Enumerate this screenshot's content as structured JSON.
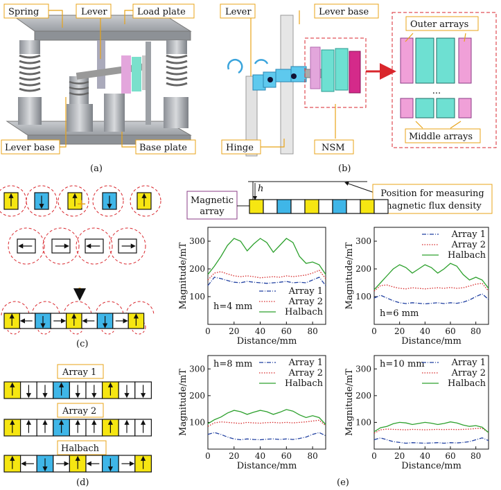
{
  "panel_a": {
    "caption": "(a)",
    "labels": {
      "spring": "Spring",
      "lever": "Lever",
      "load_plate": "Load plate",
      "lever_base": "Lever base",
      "base_plate": "Base plate"
    }
  },
  "panel_b": {
    "caption": "(b)",
    "labels": {
      "lever": "Lever",
      "lever_base": "Lever base",
      "hinge": "Hinge",
      "nsm": "NSM",
      "outer_arrays": "Outer arrays",
      "middle_arrays": "Middle arrays",
      "ellipsis": "..."
    }
  },
  "panel_c": {
    "caption": "(c)",
    "plus": "+"
  },
  "panel_d": {
    "caption": "(d)",
    "labels": {
      "array1": "Array 1",
      "array2": "Array 2",
      "halbach": "Halbach"
    }
  },
  "panel_e": {
    "caption": "(e)",
    "magnetic_array": [
      "Magnetic",
      "array"
    ],
    "h_symbol": "h",
    "position_note": [
      "Position for measuring",
      "magnetic flux density"
    ]
  },
  "colors": {
    "yellow": "#f6e612",
    "blue": "#3fb6e8",
    "pink": "#f0a0d8",
    "teal": "#6ee0d2",
    "magenta": "#d42a8a",
    "green": "#2ca02c",
    "red": "#d62728",
    "navy": "#1f3fa0",
    "accent_orange": "#e8a317",
    "dashed_red": "#d9262c"
  },
  "chart_data": [
    {
      "type": "line",
      "annotation": "h=4 mm",
      "xlabel": "Distance/mm",
      "ylabel": "Magnitude/mT",
      "xlim": [
        0,
        90
      ],
      "ylim": [
        0,
        350
      ],
      "xticks": [
        0,
        20,
        40,
        60,
        80
      ],
      "yticks": [
        100,
        200,
        300
      ],
      "legend_position": "bottom-right",
      "x": [
        0,
        5,
        10,
        15,
        20,
        25,
        30,
        35,
        40,
        45,
        50,
        55,
        60,
        65,
        70,
        75,
        80,
        85,
        90
      ],
      "series": [
        {
          "name": "Array 1",
          "style": "dash-dot",
          "values": [
            140,
            170,
            165,
            158,
            152,
            150,
            155,
            152,
            150,
            148,
            150,
            152,
            155,
            150,
            152,
            150,
            160,
            170,
            140
          ]
        },
        {
          "name": "Array 2",
          "style": "dotted",
          "values": [
            160,
            185,
            190,
            182,
            175,
            172,
            175,
            172,
            168,
            170,
            172,
            170,
            175,
            172,
            175,
            178,
            185,
            195,
            165
          ]
        },
        {
          "name": "Halbach",
          "style": "solid",
          "values": [
            180,
            210,
            245,
            285,
            310,
            300,
            265,
            290,
            310,
            295,
            260,
            285,
            310,
            295,
            245,
            220,
            225,
            215,
            180
          ]
        }
      ]
    },
    {
      "type": "line",
      "annotation": "h=6 mm",
      "xlabel": "Distance/mm",
      "ylabel": "Magnitude/mT",
      "xlim": [
        0,
        90
      ],
      "ylim": [
        0,
        350
      ],
      "xticks": [
        0,
        20,
        40,
        60,
        80
      ],
      "yticks": [
        100,
        200,
        300
      ],
      "legend_position": "top-right",
      "x": [
        0,
        5,
        10,
        15,
        20,
        25,
        30,
        35,
        40,
        45,
        50,
        55,
        60,
        65,
        70,
        75,
        80,
        85,
        90
      ],
      "series": [
        {
          "name": "Array 1",
          "style": "dash-dot",
          "values": [
            95,
            105,
            95,
            85,
            78,
            75,
            78,
            76,
            74,
            76,
            78,
            75,
            78,
            76,
            80,
            88,
            100,
            110,
            90
          ]
        },
        {
          "name": "Array 2",
          "style": "dotted",
          "values": [
            120,
            140,
            142,
            135,
            130,
            128,
            132,
            130,
            128,
            130,
            132,
            130,
            133,
            130,
            132,
            138,
            145,
            148,
            120
          ]
        },
        {
          "name": "Halbach",
          "style": "solid",
          "values": [
            125,
            150,
            175,
            200,
            215,
            205,
            185,
            200,
            215,
            205,
            185,
            200,
            220,
            210,
            180,
            160,
            170,
            160,
            130
          ]
        }
      ]
    },
    {
      "type": "line",
      "annotation": "h=8 mm",
      "xlabel": "Distance/mm",
      "ylabel": "Magnitude/mT",
      "xlim": [
        0,
        90
      ],
      "ylim": [
        0,
        350
      ],
      "xticks": [
        0,
        20,
        40,
        60,
        80
      ],
      "yticks": [
        100,
        200,
        300
      ],
      "legend_position": "top-right",
      "x": [
        0,
        5,
        10,
        15,
        20,
        25,
        30,
        35,
        40,
        45,
        50,
        55,
        60,
        65,
        70,
        75,
        80,
        85,
        90
      ],
      "series": [
        {
          "name": "Array 1",
          "style": "dash-dot",
          "values": [
            55,
            62,
            55,
            45,
            38,
            35,
            38,
            36,
            35,
            37,
            38,
            36,
            38,
            36,
            40,
            45,
            55,
            62,
            50
          ]
        },
        {
          "name": "Array 2",
          "style": "dotted",
          "values": [
            85,
            98,
            102,
            100,
            98,
            96,
            100,
            98,
            97,
            99,
            100,
            98,
            100,
            98,
            100,
            102,
            105,
            108,
            88
          ]
        },
        {
          "name": "Halbach",
          "style": "solid",
          "values": [
            95,
            110,
            120,
            135,
            145,
            140,
            130,
            138,
            145,
            140,
            130,
            138,
            148,
            142,
            128,
            118,
            125,
            118,
            92
          ]
        }
      ]
    },
    {
      "type": "line",
      "annotation": "h=10 mm",
      "xlabel": "Distance/mm",
      "ylabel": "Magnitude/mT",
      "xlim": [
        0,
        90
      ],
      "ylim": [
        0,
        350
      ],
      "xticks": [
        0,
        20,
        40,
        60,
        80
      ],
      "yticks": [
        100,
        200,
        300
      ],
      "legend_position": "top-right",
      "x": [
        0,
        5,
        10,
        15,
        20,
        25,
        30,
        35,
        40,
        45,
        50,
        55,
        60,
        65,
        70,
        75,
        80,
        85,
        90
      ],
      "series": [
        {
          "name": "Array 1",
          "style": "dash-dot",
          "values": [
            35,
            42,
            35,
            28,
            25,
            22,
            24,
            23,
            22,
            23,
            24,
            22,
            24,
            23,
            25,
            28,
            35,
            42,
            32
          ]
        },
        {
          "name": "Array 2",
          "style": "dotted",
          "values": [
            60,
            72,
            75,
            74,
            73,
            72,
            74,
            73,
            72,
            73,
            74,
            73,
            74,
            73,
            74,
            75,
            77,
            78,
            62
          ]
        },
        {
          "name": "Halbach",
          "style": "solid",
          "values": [
            65,
            80,
            85,
            95,
            100,
            98,
            92,
            96,
            100,
            97,
            92,
            96,
            102,
            98,
            90,
            85,
            88,
            82,
            62
          ]
        }
      ]
    }
  ]
}
